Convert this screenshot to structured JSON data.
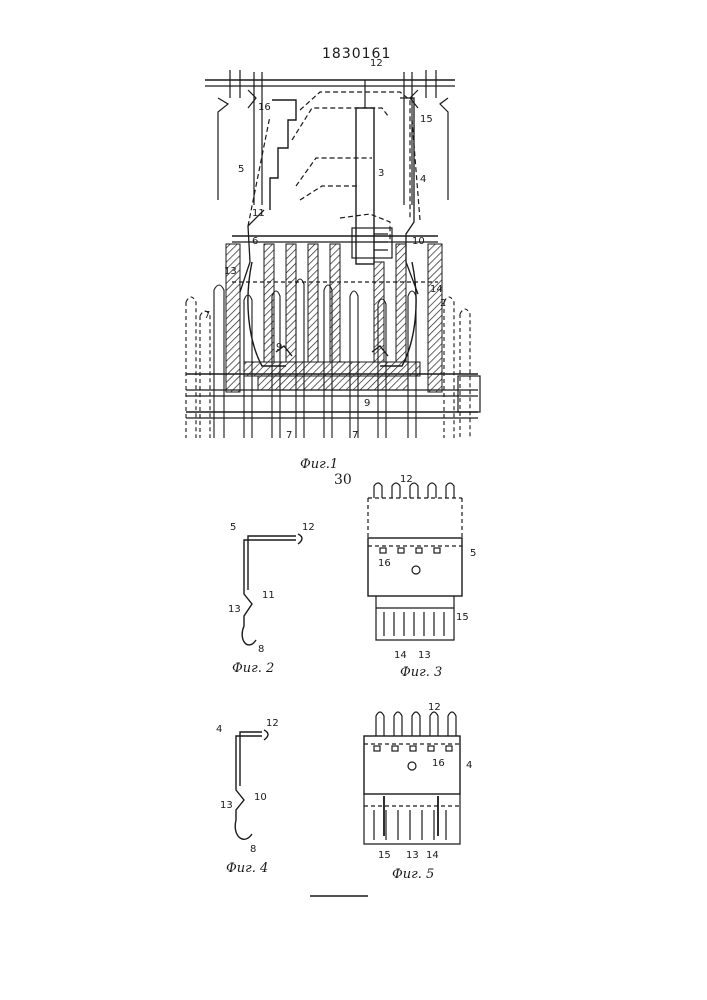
{
  "header": {
    "patent_number": "1830161",
    "page_number": "30"
  },
  "figures": [
    {
      "id": "fig1",
      "caption": "Фиг.1",
      "labels": [
        "12",
        "16",
        "15",
        "5",
        "3",
        "4",
        "11",
        "6",
        "10",
        "13",
        "7",
        "2",
        "9",
        "9",
        "7",
        "7",
        "14"
      ]
    },
    {
      "id": "fig2",
      "caption": "Фиг. 2",
      "labels": [
        "5",
        "12",
        "11",
        "13",
        "8"
      ]
    },
    {
      "id": "fig3",
      "caption": "Фиг. 3",
      "labels": [
        "12",
        "16",
        "5",
        "15",
        "14",
        "13"
      ]
    },
    {
      "id": "fig4",
      "caption": "Фиг. 4",
      "labels": [
        "4",
        "12",
        "10",
        "13",
        "8"
      ]
    },
    {
      "id": "fig5",
      "caption": "Фиг. 5",
      "labels": [
        "12",
        "16",
        "4",
        "15",
        "13",
        "14"
      ]
    }
  ]
}
